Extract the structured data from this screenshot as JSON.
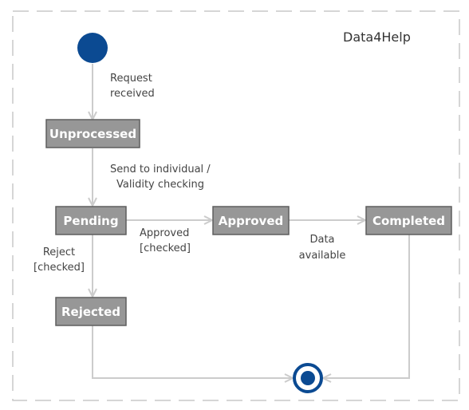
{
  "diagram": {
    "title": "Data4Help",
    "states": {
      "unprocessed": "Unprocessed",
      "pending": "Pending",
      "approved": "Approved",
      "completed": "Completed",
      "rejected": "Rejected"
    },
    "transitions": {
      "request_received": [
        "Request",
        "received"
      ],
      "send_to_individual": [
        "Send to individual /",
        "Validity checking"
      ],
      "approved_checked": [
        "Approved",
        "[checked]"
      ],
      "data_available": [
        "Data",
        "available"
      ],
      "reject_checked": [
        "Reject",
        "[checked]"
      ]
    },
    "colors": {
      "initial": "#0b4a92",
      "state_fill": "#979797",
      "state_border": "#5e5e5e",
      "arrow": "#cccccc",
      "frame": "#c8c8c8"
    }
  }
}
